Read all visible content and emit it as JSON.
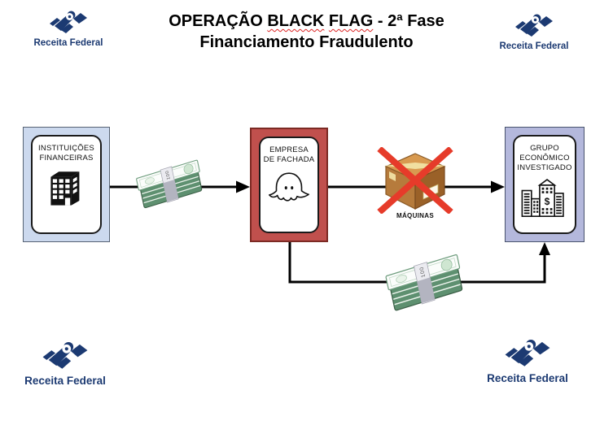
{
  "title": {
    "prefix": "OPERAÇÃO",
    "marked_words": [
      "BLACK",
      "FLAG"
    ],
    "suffix": "- 2ª Fase",
    "line2": "Financiamento Fraudulento"
  },
  "logos": {
    "label": "Receita Federal"
  },
  "nodes": {
    "financial_institutions": {
      "line1": "INSTITUIÇÕES",
      "line2": "FINANCEIRAS",
      "icon": "building-icon"
    },
    "shell_company": {
      "line1": "EMPRESA",
      "line2": "DE FACHADA",
      "icon": "ghost-icon"
    },
    "investigated_group": {
      "line1": "GRUPO",
      "line2": "ECONÔMICO",
      "line3": "INVESTIGADO",
      "icon": "city-buildings-dollar-icon"
    }
  },
  "flow": {
    "machines_label": "MÁQUINAS",
    "money_band_label": "100",
    "dollar_label": "$",
    "money_icon": "money-stack-icon",
    "blocked_icon": "package-with-red-x-icon"
  },
  "colors": {
    "navy": "#1c3a72",
    "box-blue": "#ccd9ee",
    "box-blue-border": "#566273",
    "box-red": "#c0504d",
    "box-red-border": "#7c2a24",
    "box-purple": "#b4b8dc",
    "box-purple-border": "#49536d",
    "arrow-black": "#000000",
    "x-red": "#e63b2a",
    "spellcheck-red": "#dd2222",
    "money-green": "#5e9070",
    "package-brown": "#b67b3c"
  }
}
